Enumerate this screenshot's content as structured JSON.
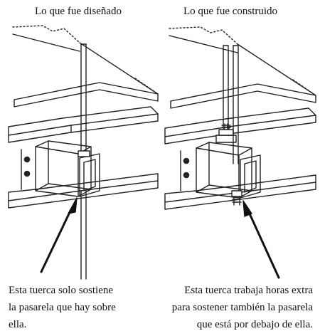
{
  "left_panel": {
    "title": "Lo que fue diseñado",
    "caption_lines": [
      "Esta tuerca solo sostiene",
      "la pasarela que hay sobre",
      "ella."
    ]
  },
  "right_panel": {
    "title": "Lo que fue construido",
    "caption_lines": [
      "Esta tuerca trabaja horas extra",
      "para sostener también la pasarela",
      "que está por debajo de ella."
    ]
  }
}
